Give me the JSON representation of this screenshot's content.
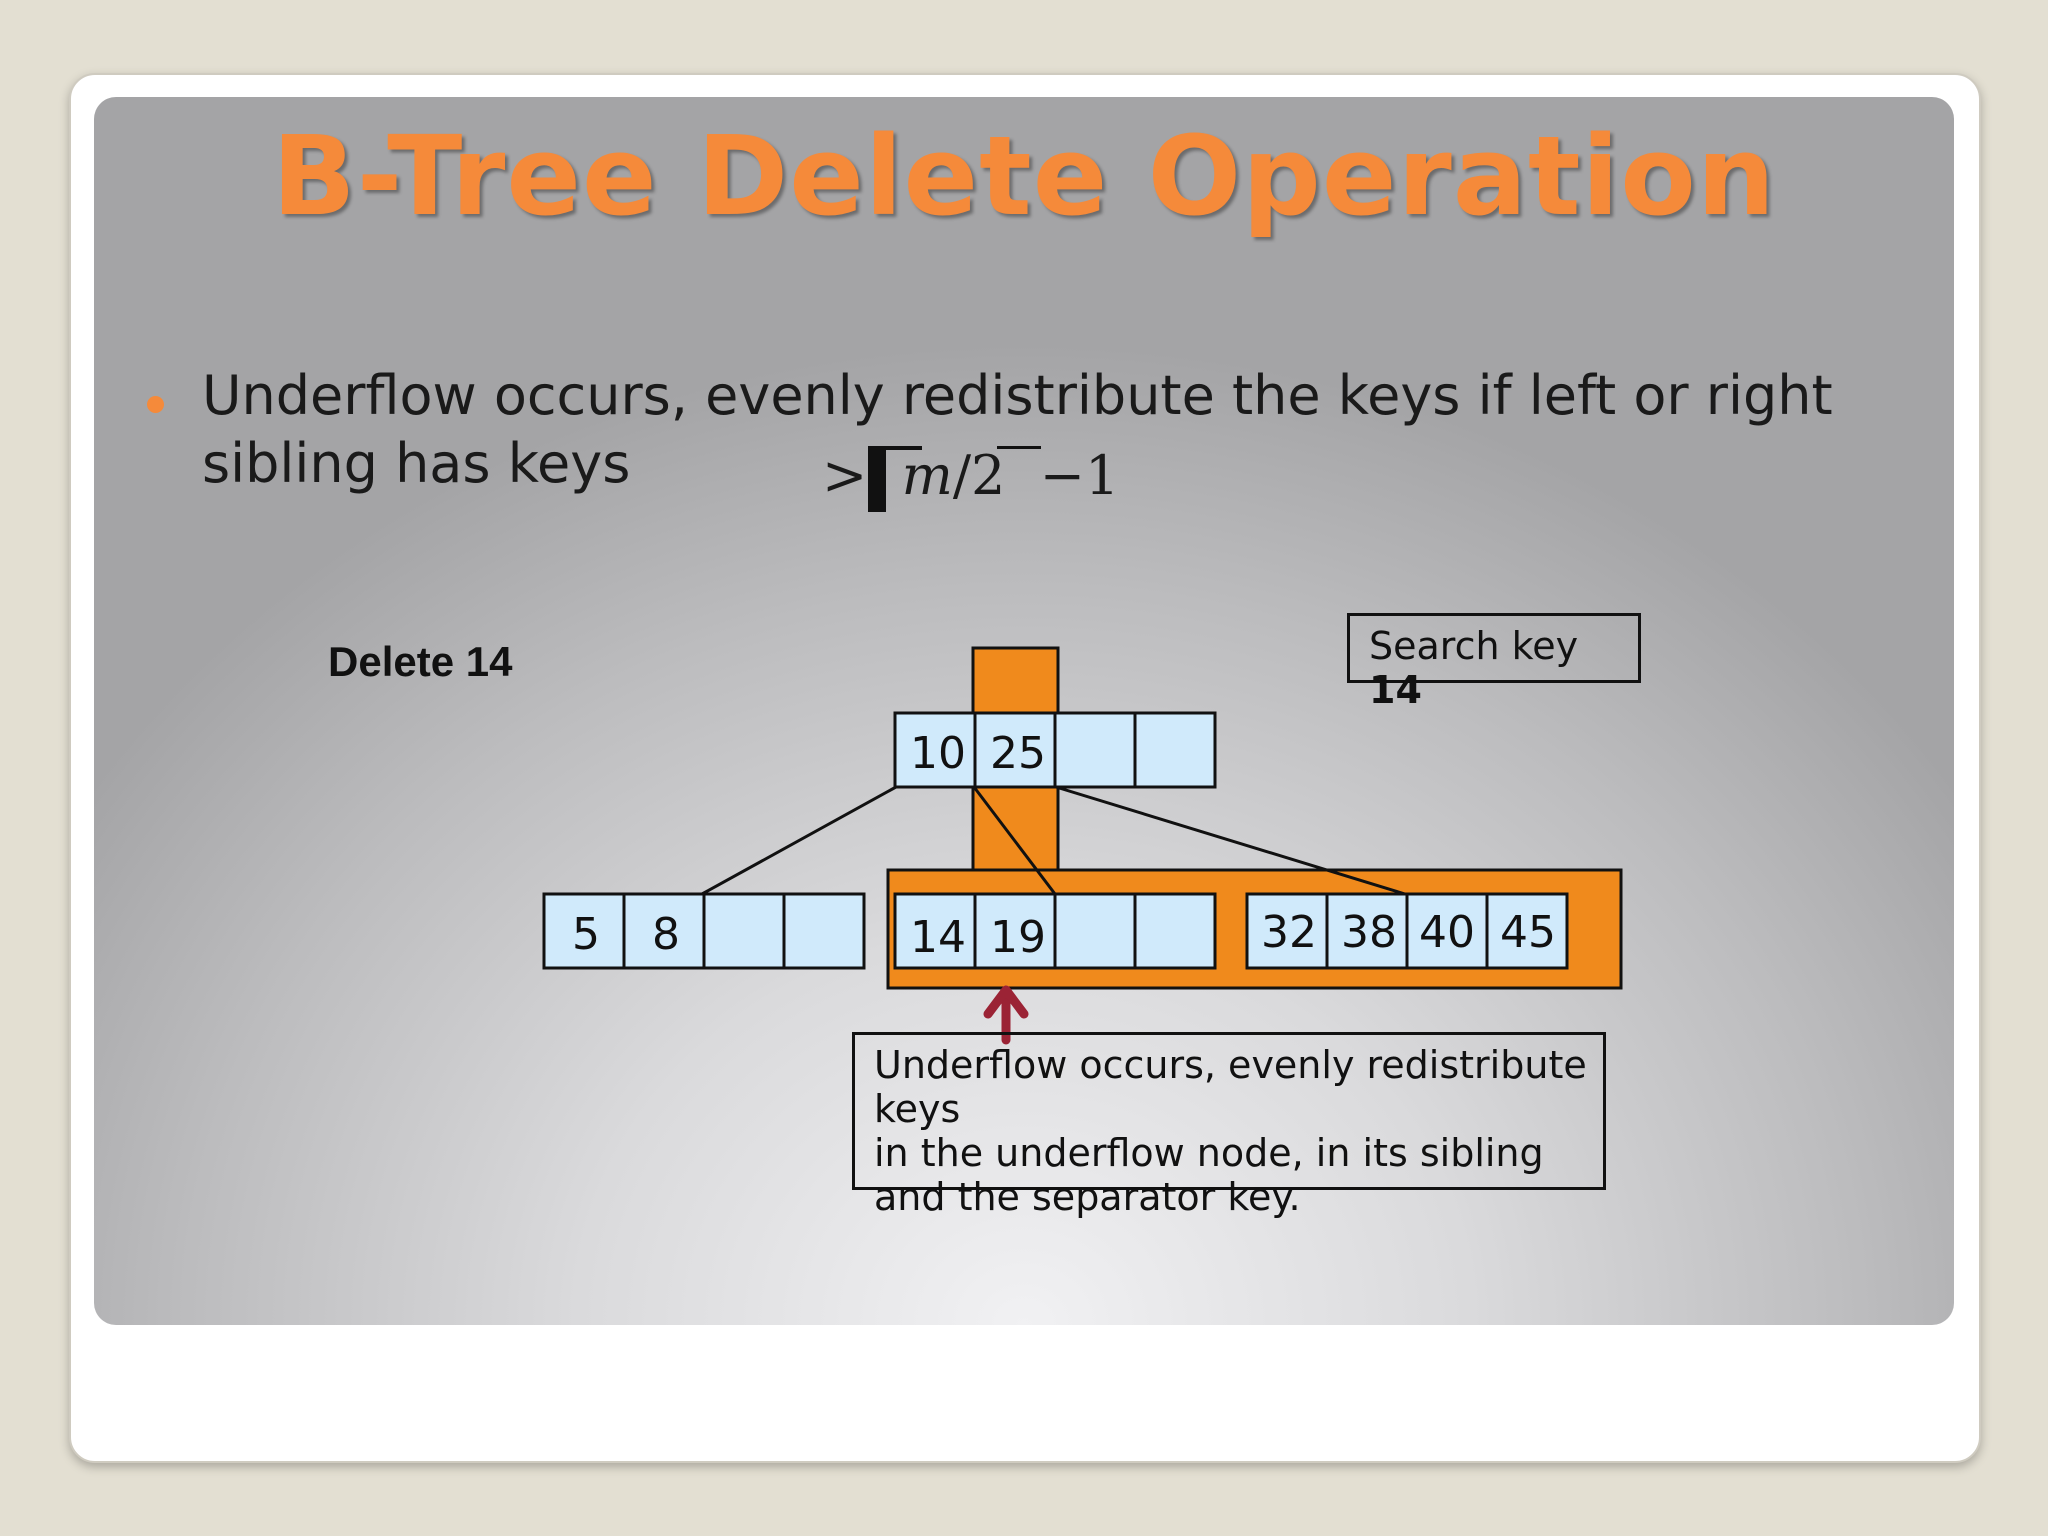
{
  "title": "B-Tree Delete Operation",
  "bullet": {
    "line1": "Underflow occurs, evenly redistribute the keys if left or right",
    "line2": "sibling has keys"
  },
  "formula": {
    "gt": ">",
    "m": "m",
    "rest": "/2",
    "minus_one": "−1"
  },
  "delete_label": "Delete 14",
  "search": {
    "label": "Search key",
    "value": "14"
  },
  "tree": {
    "root": [
      "10",
      "25",
      "",
      ""
    ],
    "left_leaf": [
      "5",
      "8",
      "",
      ""
    ],
    "middle_leaf": [
      "14",
      "19",
      "",
      ""
    ],
    "right_leaf": [
      "32",
      "38",
      "40",
      "45"
    ]
  },
  "note": {
    "line1": "Underflow occurs, evenly redistribute",
    "line2": "keys",
    "line3": "in the underflow node, in its sibling",
    "line4": "and the separator key."
  },
  "colors": {
    "accent": "#f58a3a",
    "highlight": "#f08a1c",
    "cell": "#d0eafb",
    "arrow": "#9b2335"
  }
}
